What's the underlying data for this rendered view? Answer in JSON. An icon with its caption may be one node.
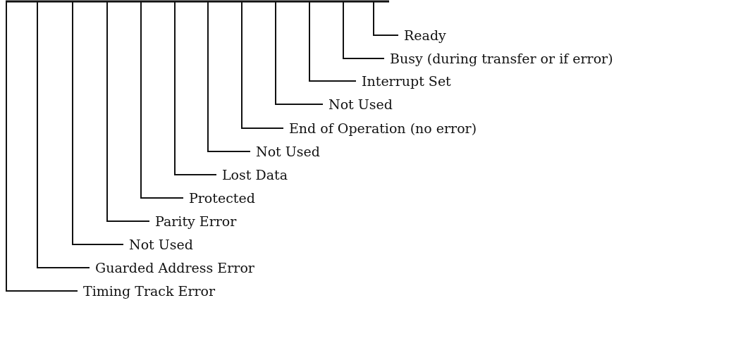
{
  "diagram": {
    "nodes": [
      {
        "text": [
          "Ready"
        ]
      },
      {
        "text": [
          "Busy (during transfer or if error)"
        ]
      },
      {
        "text": [
          "Interrupt Set"
        ]
      },
      {
        "text": [
          "Not Used"
        ]
      },
      {
        "text": [
          "End of Operation (no error)"
        ]
      },
      {
        "text": [
          "Not Used"
        ]
      },
      {
        "text": [
          "Lost Data"
        ]
      },
      {
        "text": [
          "Protected"
        ]
      },
      {
        "text": [
          "Parity Error"
        ]
      },
      {
        "text": [
          "Not Used"
        ]
      },
      {
        "text": [
          "Guarded Address Error"
        ]
      },
      {
        "text": [
          "Timing Track Error"
        ]
      }
    ],
    "edges": [
      {
        "from": 0,
        "to": null,
        "arrow": "none"
      },
      {
        "from": 1,
        "to": null,
        "arrow": "none"
      },
      {
        "from": 2,
        "to": null,
        "arrow": "none"
      },
      {
        "from": 3,
        "to": null,
        "arrow": "none"
      },
      {
        "from": 4,
        "to": null,
        "arrow": "none"
      },
      {
        "from": 5,
        "to": null,
        "arrow": "none"
      },
      {
        "from": 6,
        "to": null,
        "arrow": "none"
      },
      {
        "from": 7,
        "to": null,
        "arrow": "none"
      },
      {
        "from": 8,
        "to": null,
        "arrow": "none"
      },
      {
        "from": 9,
        "to": null,
        "arrow": "none"
      },
      {
        "from": 10,
        "to": null,
        "arrow": "none"
      },
      {
        "from": 11,
        "to": null,
        "arrow": "none"
      }
    ]
  }
}
